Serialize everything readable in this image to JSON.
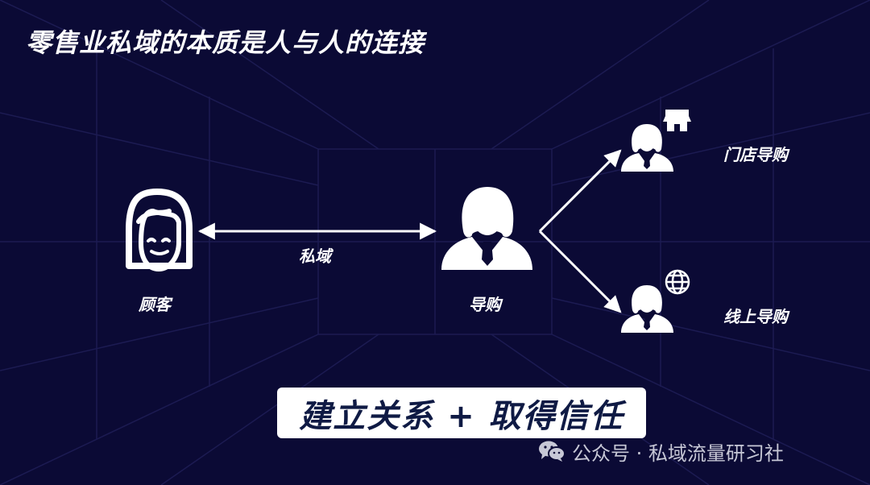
{
  "title": "零售业私域的本质是人与人的连接",
  "nodes": {
    "customer": {
      "label": "顾客",
      "icon": "customer-face-icon"
    },
    "guide": {
      "label": "导购",
      "icon": "businesswoman-icon"
    },
    "store_guide": {
      "label": "门店导购",
      "icon": "businesswoman-icon",
      "badge_icon": "store-icon"
    },
    "online_guide": {
      "label": "线上导购",
      "icon": "businesswoman-icon",
      "badge_icon": "globe-icon"
    }
  },
  "edges": {
    "customer_guide": {
      "label": "私域",
      "direction": "both"
    }
  },
  "banner": {
    "text": "建立关系 + 取得信任"
  },
  "footer": {
    "wechat_icon": "wechat-icon",
    "text": "公众号 · 私域流量研习社"
  },
  "colors": {
    "background": "#0b0a35",
    "grid": "#1c1b52",
    "foreground": "#ffffff",
    "banner_text": "#0f1a44"
  }
}
